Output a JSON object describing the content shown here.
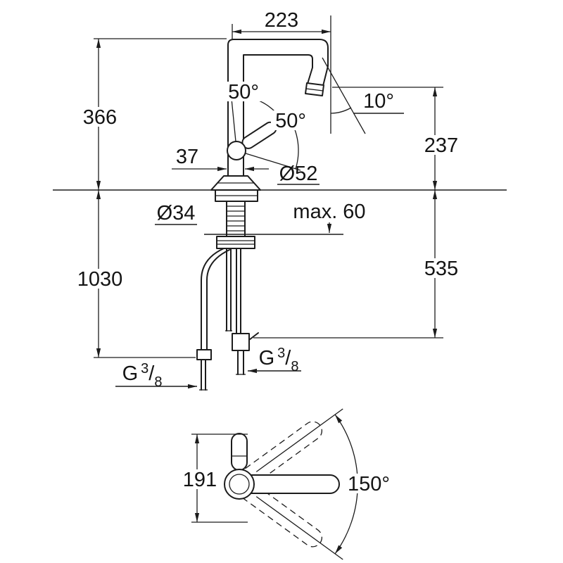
{
  "front_view": {
    "dim_reach": "223",
    "dim_height": "366",
    "dim_outlet": "237",
    "dim_hose": "1030",
    "dim_below": "535",
    "dim_width": "37",
    "dia_base": "Ø52",
    "dia_hole": "Ø34",
    "max_thickness": "max. 60",
    "angle_upper": "50°",
    "angle_lower": "50°",
    "angle_outlet": "10°",
    "thread": {
      "g": "G",
      "num": "3",
      "slash": "/",
      "den": "8"
    }
  },
  "top_view": {
    "dim_depth": "191",
    "angle_swivel": "150°"
  }
}
